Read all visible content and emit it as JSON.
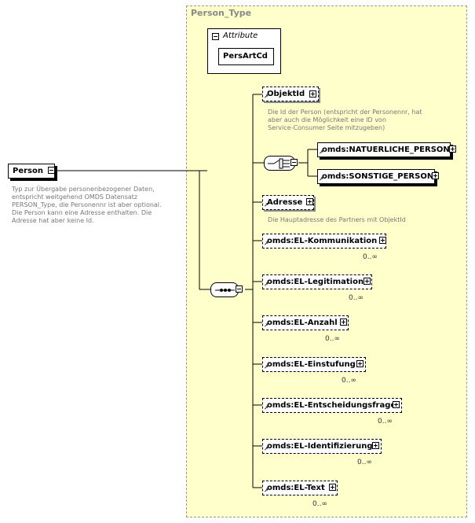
{
  "type_name": "Person_Type",
  "root": {
    "name": "Person",
    "doc": [
      "Typ zur Übergabe personenbezogener Daten,",
      "entspricht weitgehend OMDS Datensatz",
      "PERSON_Type, die Personennr ist aber optional.",
      "Die Person kann eine Adresse enthalten. Die",
      "Adresse hat aber keine Id."
    ]
  },
  "attributes": {
    "label": "Attribute",
    "items": [
      "PersArtCd"
    ]
  },
  "objektid": {
    "name": "ObjektId",
    "doc": [
      "Die Id der Person (entspricht der Personennr, hat",
      "aber auch die Möglichkeit eine ID von",
      "Service-Consumer Seite mitzugeben)"
    ]
  },
  "choice_items": [
    "omds:NATUERLICHE_PERSON",
    "omds:SONSTIGE_PERSON"
  ],
  "adresse": {
    "name": "Adresse",
    "doc": "Die Hauptadresse des Partners mit ObjektId"
  },
  "elements": [
    {
      "name": "omds:EL-Kommunikation",
      "occ": "0..∞"
    },
    {
      "name": "omds:EL-Legitimation",
      "occ": "0..∞"
    },
    {
      "name": "omds:EL-Anzahl",
      "occ": "0..∞"
    },
    {
      "name": "omds:EL-Einstufung",
      "occ": "0..∞"
    },
    {
      "name": "omds:EL-Entscheidungsfrage",
      "occ": "0..∞"
    },
    {
      "name": "omds:EL-Identifizierung",
      "occ": "0..∞"
    },
    {
      "name": "omds:EL-Text",
      "occ": "0..∞"
    }
  ]
}
